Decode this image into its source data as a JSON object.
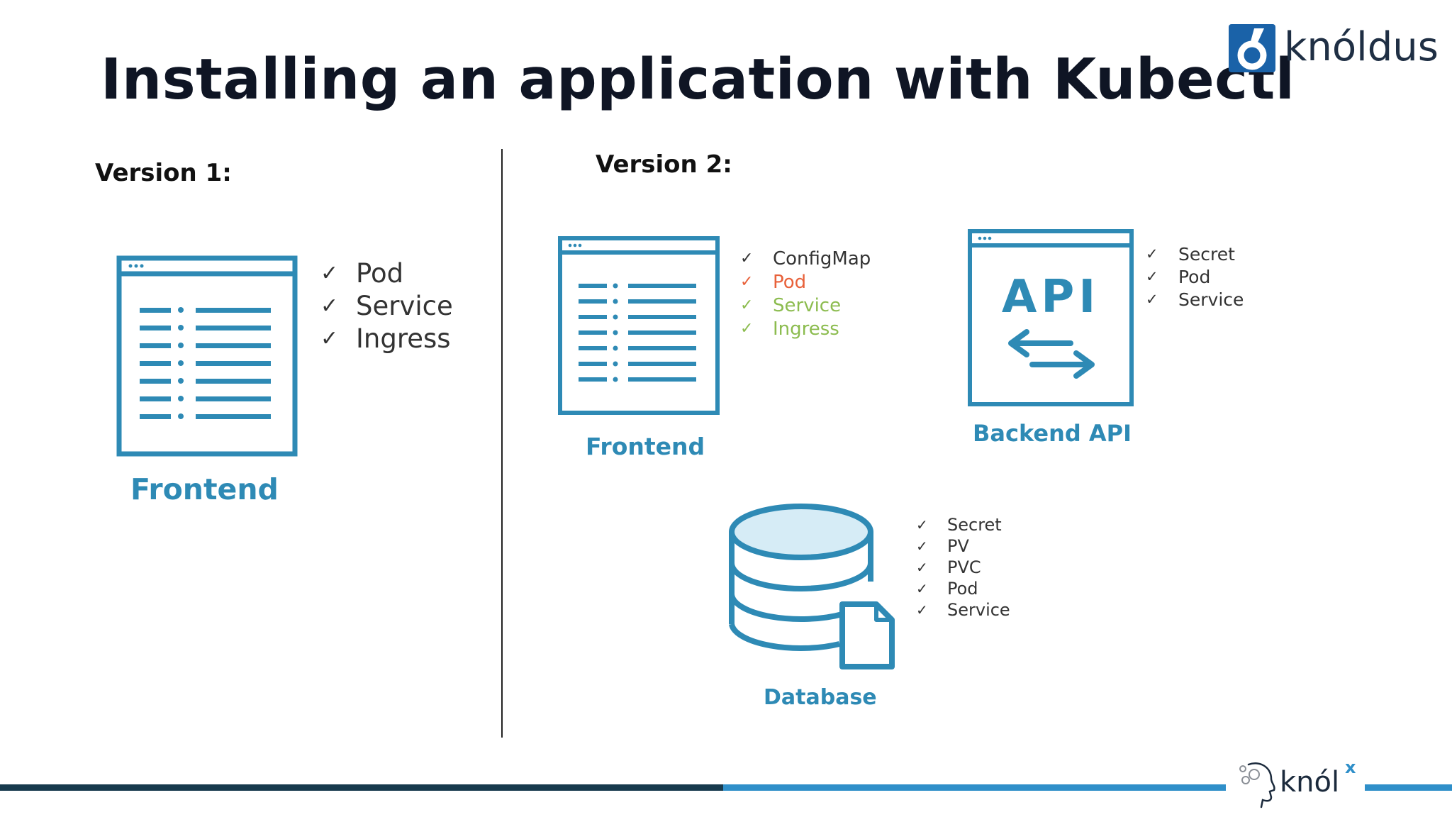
{
  "title": "Installing an application with Kubectl",
  "logo": {
    "text": "knóldus",
    "accent_color": "#1a62a8"
  },
  "footer_logo": {
    "text": "knól",
    "sup": "x"
  },
  "colors": {
    "icon_blue": "#2e8ab5",
    "title": "#0f1524",
    "footer_dark": "#173a4d",
    "footer_light": "#2f8fc9"
  },
  "version1": {
    "heading": "Version 1:",
    "frontend": {
      "caption": "Frontend",
      "items": [
        {
          "check": "✓",
          "label": "Pod"
        },
        {
          "check": "✓",
          "label": "Service"
        },
        {
          "check": "✓",
          "label": "Ingress"
        }
      ]
    }
  },
  "version2": {
    "heading": "Version 2:",
    "frontend": {
      "caption": "Frontend",
      "items": [
        {
          "check": "✓",
          "label": "ConfigMap",
          "color": "#333333"
        },
        {
          "check": "✓",
          "label": "Pod",
          "color": "#e8613a"
        },
        {
          "check": "✓",
          "label": "Service",
          "color": "#8cbc4f"
        },
        {
          "check": "✓",
          "label": "Ingress",
          "color": "#8cbc4f"
        }
      ]
    },
    "backend": {
      "caption": "Backend API",
      "icon_text": "API",
      "items": [
        {
          "check": "✓",
          "label": "Secret"
        },
        {
          "check": "✓",
          "label": "Pod"
        },
        {
          "check": "✓",
          "label": "Service"
        }
      ]
    },
    "database": {
      "caption": "Database",
      "items": [
        {
          "check": "✓",
          "label": "Secret"
        },
        {
          "check": "✓",
          "label": "PV"
        },
        {
          "check": "✓",
          "label": "PVC"
        },
        {
          "check": "✓",
          "label": "Pod"
        },
        {
          "check": "✓",
          "label": "Service"
        }
      ]
    }
  }
}
